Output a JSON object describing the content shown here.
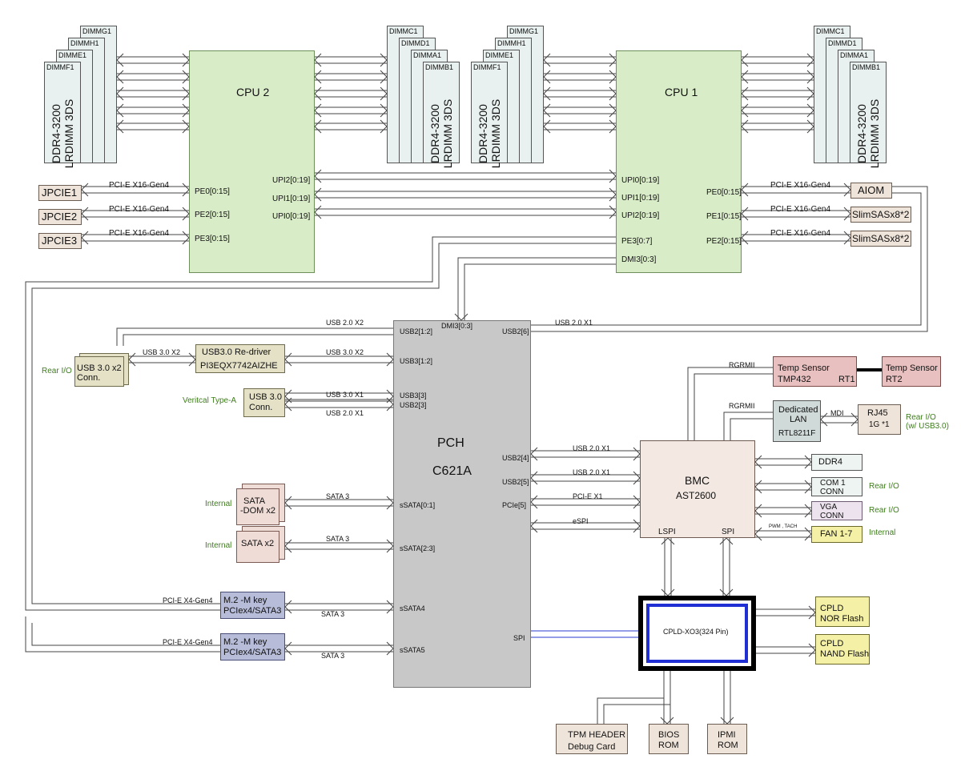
{
  "cpu2": {
    "label": "CPU 2",
    "ports_left": [
      "PE0[0:15]",
      "PE2[0:15]",
      "PE3[0:15]"
    ],
    "ports_right": [
      "UPI2[0:19]",
      "UPI1[0:19]",
      "UPI0[0:19]"
    ]
  },
  "cpu1": {
    "label": "CPU 1",
    "ports_left": [
      "UPI0[0:19]",
      "UPI1[0:19]",
      "UPI2[0:19]",
      "PE3[0:7]",
      "DMI3[0:3]"
    ],
    "ports_right": [
      "PE0[0:15]",
      "PE1[0:15]",
      "PE2[0:15]"
    ]
  },
  "dimms": {
    "cpu2_left": [
      "DIMMG1",
      "DIMMH1",
      "DIMME1",
      "DIMMF1"
    ],
    "cpu2_right": [
      "DIMMC1",
      "DIMMD1",
      "DIMMA1",
      "DIMMB1"
    ],
    "cpu1_left": [
      "DIMMG1",
      "DIMMH1",
      "DIMME1",
      "DIMMF1"
    ],
    "cpu1_right": [
      "DIMMC1",
      "DIMMD1",
      "DIMMA1",
      "DIMMB1"
    ],
    "type_line1": "DDR4-3200",
    "type_line2": "LRDIMM 3DS"
  },
  "cpu2_slots": [
    {
      "name": "JPCIE1",
      "link": "PCI-E X16-Gen4"
    },
    {
      "name": "JPCIE2",
      "link": "PCI-E X16-Gen4"
    },
    {
      "name": "JPCIE3",
      "link": "PCI-E X16-Gen4"
    }
  ],
  "cpu1_slots": [
    {
      "name": "AIOM",
      "link": "PCI-E X16-Gen4"
    },
    {
      "name": "SlimSASx8*2",
      "link": "PCI-E X16-Gen4"
    },
    {
      "name": "SlimSASx8*2",
      "link": "PCI-E X16-Gen4"
    }
  ],
  "pch": {
    "title": "PCH",
    "model": "C621A",
    "ports": {
      "dmi": "DMI3[0:3]",
      "usb2_12": "USB2[1:2]",
      "usb2_6": "USB2[6]",
      "usb3_12": "USB3[1:2]",
      "usb3_3": "USB3[3]",
      "usb2_3": "USB2[3]",
      "usb2_4": "USB2[4]",
      "usb2_5": "USB2[5]",
      "pcie5": "PCIe[5]",
      "ssata01": "sSATA[0:1]",
      "ssata23": "sSATA[2:3]",
      "ssata4": "sSATA4",
      "ssata5": "sSATA5",
      "spi": "SPI"
    }
  },
  "links": {
    "usb20x2": "USB 2.0 X2",
    "usb20x1": "USB 2.0 X1",
    "usb30x2": "USB 3.0 X2",
    "usb30x1": "USB 3.0 X1",
    "sata3": "SATA 3",
    "pcie_x1": "PCI-E X1",
    "espi": "eSPI",
    "pcie_x4": "PCI-E X4-Gen4",
    "rgrmii": "RGRMII",
    "mdi": "MDI",
    "pwm": "PWM , TACH"
  },
  "usb_rear": {
    "label_1": "USB 3.0 x2",
    "label_2": "Conn.",
    "note": "Rear I/O"
  },
  "redriver": {
    "line1": "USB3.0 Re-driver",
    "line2": "PI3EQX7742AIZHE"
  },
  "usb_vert": {
    "line1": "USB 3.0",
    "line2": "Conn.",
    "note": "Veritcal Type-A"
  },
  "satadom": {
    "line1": "SATA",
    "line2": "-DOM x2",
    "note": "Internal"
  },
  "sata": {
    "line1": "SATA x2",
    "note": "Internal"
  },
  "m2_1": {
    "line1": "M.2 -M key",
    "line2": "PCIex4/SATA3"
  },
  "m2_2": {
    "line1": "M.2 -M key",
    "line2": "PCIex4/SATA3"
  },
  "temp1": {
    "line1": "Temp Sensor",
    "line2": "TMP432",
    "tag": "RT1"
  },
  "temp2": {
    "line1": "Temp Sensor",
    "line2": "RT2"
  },
  "lan": {
    "line1": "Dedicated",
    "line2": "LAN",
    "line3": "RTL8211F"
  },
  "rj45": {
    "line1": "RJ45",
    "line2": "1G *1",
    "note1": "Rear I/O",
    "note2": "(w/ USB3.0)"
  },
  "bmc": {
    "title": "BMC",
    "model": "AST2600",
    "lspi": "LSPI",
    "spi": "SPI"
  },
  "bmc_peripherals": {
    "ddr4": "DDR4",
    "com1": "COM 1",
    "com2": "CONN",
    "com_note": "Rear I/O",
    "vga1": "VGA",
    "vga2": "CONN",
    "vga_note": "Rear I/O",
    "fan": "FAN 1-7",
    "fan_note": "Internal"
  },
  "cpld": {
    "label": "CPLD-XO3(324 Pin)"
  },
  "nor": {
    "line1": "CPLD",
    "line2": "NOR Flash"
  },
  "nand": {
    "line1": "CPLD",
    "line2": "NAND Flash"
  },
  "tpm": {
    "line1": "TPM HEADER",
    "line2": "Debug Card"
  },
  "bios": {
    "line1": "BIOS",
    "line2": "ROM"
  },
  "ipmi": {
    "line1": "IPMI",
    "line2": "ROM"
  }
}
